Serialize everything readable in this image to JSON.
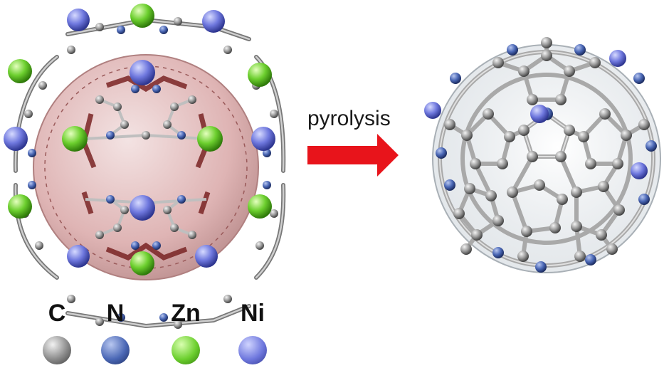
{
  "process_label": "pyrolysis",
  "legend": [
    {
      "symbol": "C",
      "color": "#8a8a8a",
      "highlight": "#f2f2f2",
      "shade": "#3c3c3c"
    },
    {
      "symbol": "N",
      "color": "#4a67b5",
      "highlight": "#b8c7f0",
      "shade": "#1c2c60"
    },
    {
      "symbol": "Zn",
      "color": "#6ccf2e",
      "highlight": "#d9ffb0",
      "shade": "#2f7a0a"
    },
    {
      "symbol": "Ni",
      "color": "#6f78de",
      "highlight": "#d0d4ff",
      "shade": "#2e3690"
    }
  ],
  "colors": {
    "arrow": "#e8141b",
    "cage_sphere": "#d9a7a7",
    "cage_sphere_edge": "#b88686",
    "dark_ring": "#8a2a2a",
    "fullerene_glass": "#e4e8ec"
  }
}
